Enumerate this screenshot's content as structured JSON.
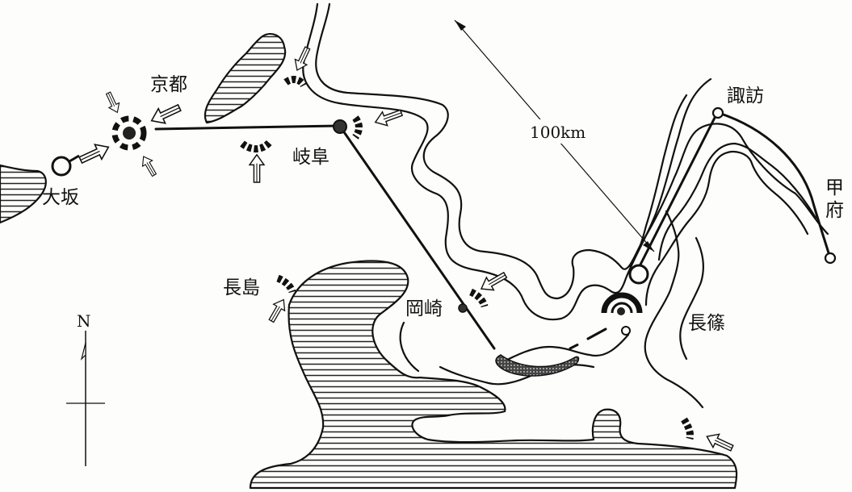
{
  "labels": {
    "kyoto": "京都",
    "osaka": "大坂",
    "gifu": "岐阜",
    "nagashima": "長島",
    "okazaki": "岡崎",
    "suwa": "諏訪",
    "kofu_1": "甲",
    "kofu_2": "府",
    "nagashino": "長篠"
  },
  "scale_label": "100km",
  "north_label": "N"
}
